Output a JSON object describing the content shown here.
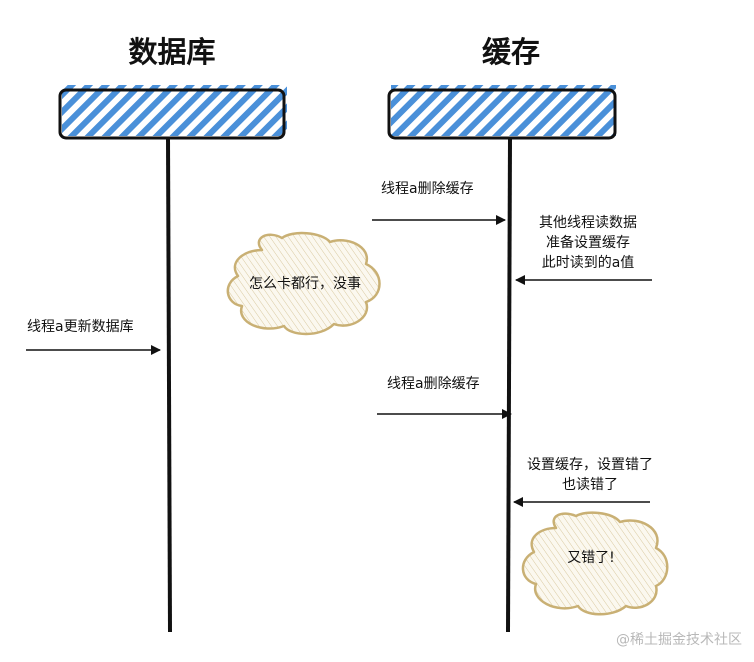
{
  "diagram": {
    "lanes": {
      "database_title": "数据库",
      "cache_title": "缓存"
    },
    "messages": {
      "db_update": "线程a更新数据库",
      "cache_delete_1": "线程a删除缓存",
      "other_read_line1": "其他线程读数据",
      "other_read_line2": "准备设置缓存",
      "other_read_line3": "此时读到的a值",
      "cache_delete_2": "线程a删除缓存",
      "set_cache_line1": "设置缓存，设置错了",
      "set_cache_line2": "也读错了"
    },
    "clouds": {
      "cloud_1": "怎么卡都行，没事",
      "cloud_2": "又错了!"
    },
    "watermark": "@稀土掘金技术社区",
    "colors": {
      "hatch_blue": "#4a90d9",
      "cloud_outline": "#c9b074",
      "line_black": "#111111"
    }
  }
}
